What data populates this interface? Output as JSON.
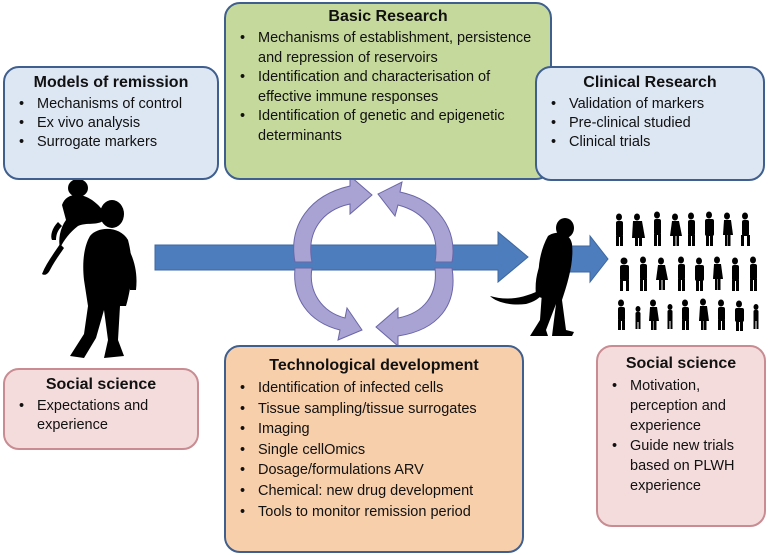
{
  "models": {
    "title": "Models of remission",
    "items": [
      "Mechanisms of control",
      "Ex vivo analysis",
      "Surrogate markers"
    ]
  },
  "basic": {
    "title": "Basic Research",
    "items": [
      "Mechanisms of establishment, persistence and repression of reservoirs",
      "Identification and characterisation of effective immune responses",
      "Identification of genetic and epigenetic determinants"
    ]
  },
  "clinical": {
    "title": "Clinical Research",
    "items": [
      "Validation of markers",
      "Pre-clinical studied",
      "Clinical trials"
    ]
  },
  "social_left": {
    "title": "Social science",
    "items": [
      "Expectations and experience"
    ]
  },
  "tech": {
    "title": "Technological development",
    "items": [
      "Identification of infected cells",
      "Tissue sampling/tissue surrogates",
      "Imaging",
      "Single cellOmics",
      "Dosage/formulations ARV",
      "Chemical: new drug development",
      "Tools to monitor remission period"
    ]
  },
  "social_right": {
    "title": "Social science",
    "items": [
      "Motivation, perception and experience",
      "Guide new trials based on PLWH experience"
    ]
  },
  "colors": {
    "arrow": "#4e7dbd",
    "cycle_arrow": "#a8a3d2",
    "box_blue": "#dde6f3",
    "box_green": "#c6d99c",
    "box_orange": "#f8cfab",
    "box_pink": "#f4dcdc",
    "silhouette": "#000000"
  }
}
